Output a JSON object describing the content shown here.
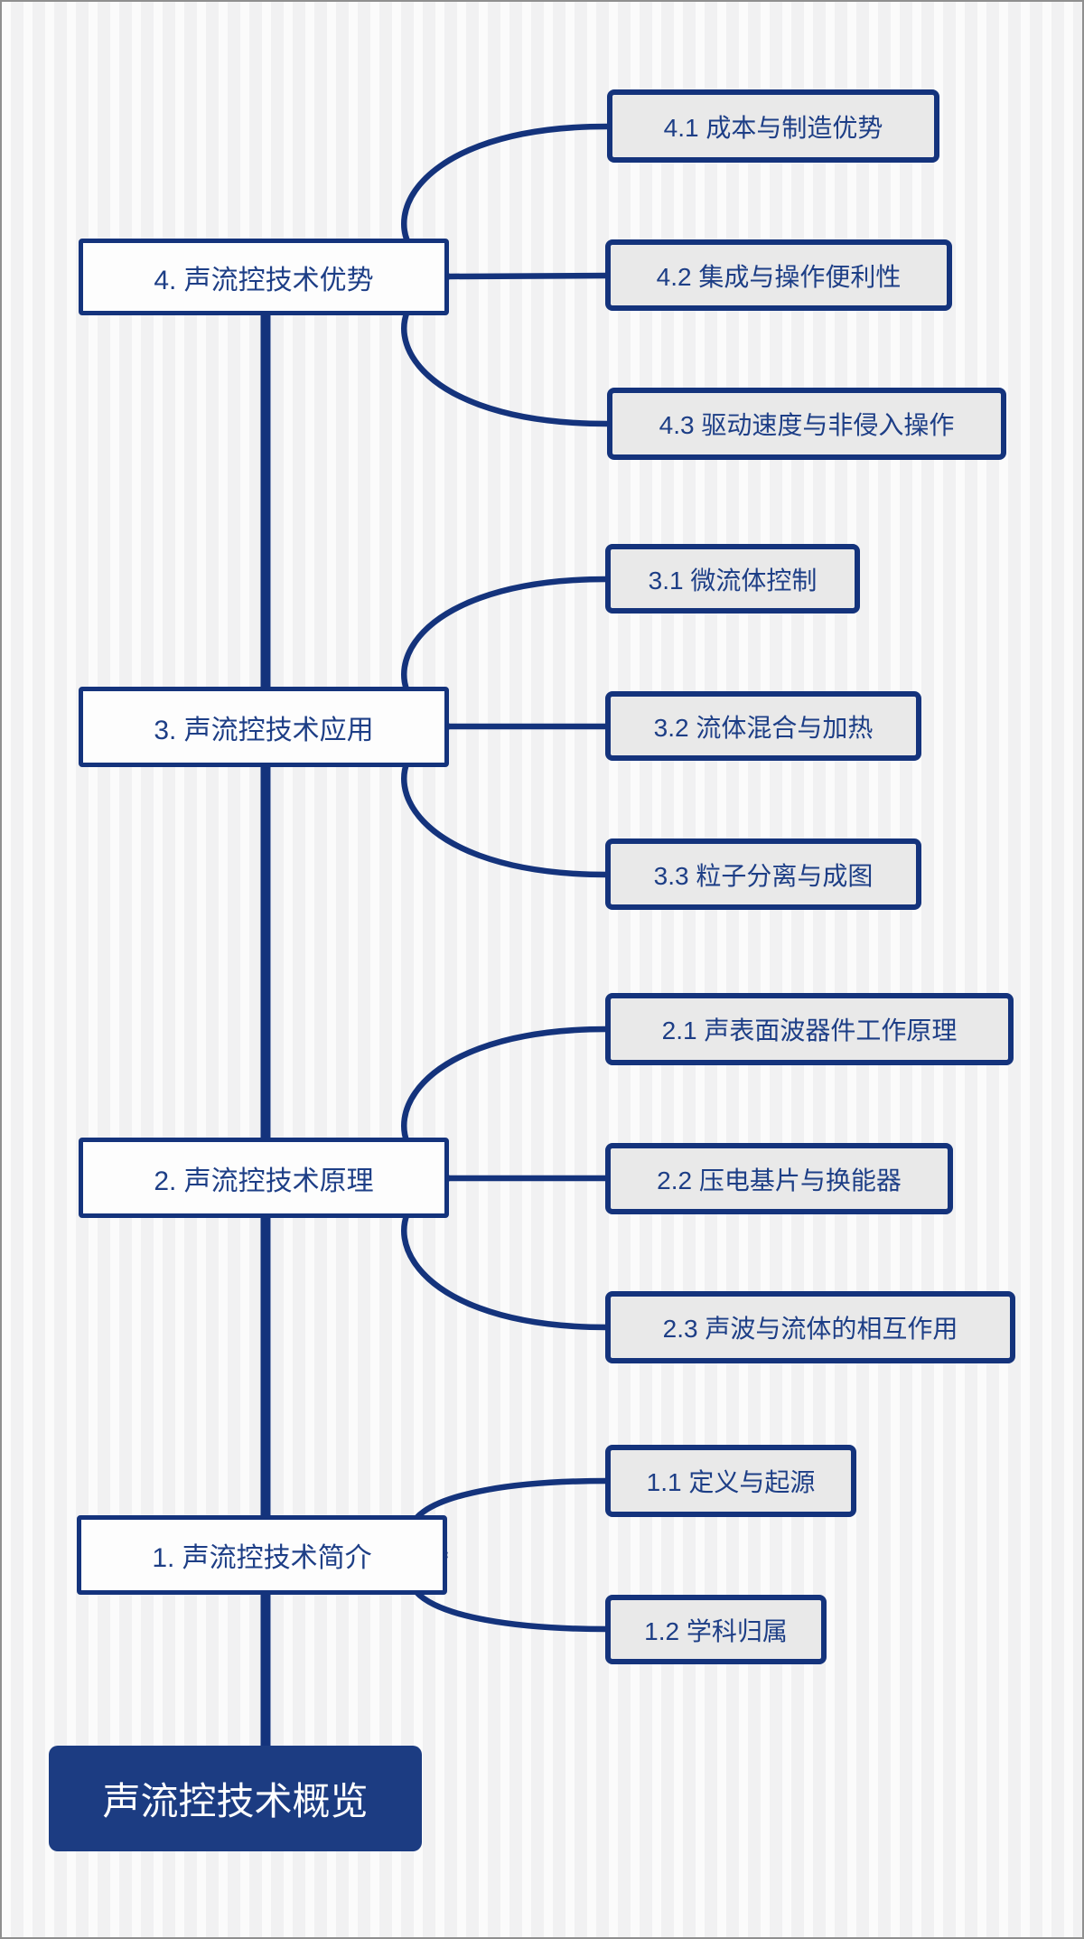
{
  "title": "声流控技术概览",
  "root": {
    "label": "声流控技术概览"
  },
  "branches": [
    {
      "label": "1. 声流控技术简介",
      "children": [
        {
          "label": "1.1 定义与起源"
        },
        {
          "label": "1.2 学科归属"
        }
      ]
    },
    {
      "label": "2. 声流控技术原理",
      "children": [
        {
          "label": "2.1 声表面波器件工作原理"
        },
        {
          "label": "2.2 压电基片与换能器"
        },
        {
          "label": "2.3 声波与流体的相互作用"
        }
      ]
    },
    {
      "label": "3. 声流控技术应用",
      "children": [
        {
          "label": "3.1 微流体控制"
        },
        {
          "label": "3.2 流体混合与加热"
        },
        {
          "label": "3.3 粒子分离与成图"
        }
      ]
    },
    {
      "label": "4. 声流控技术优势",
      "children": [
        {
          "label": "4.1 成本与制造优势"
        },
        {
          "label": "4.2 集成与操作便利性"
        },
        {
          "label": "4.3 驱动速度与非侵入操作"
        }
      ]
    }
  ],
  "colors": {
    "line_navy": "#14337c",
    "text_navy": "#1d3e86",
    "root_fill": "#1c3c82",
    "root_text": "#ffffff",
    "subtopic_fill": "#e9e9e9",
    "main_fill": "#fdfdfd",
    "bg_stripe_light": "#fbfbfb",
    "bg_stripe_dark": "#f1f1f2"
  }
}
